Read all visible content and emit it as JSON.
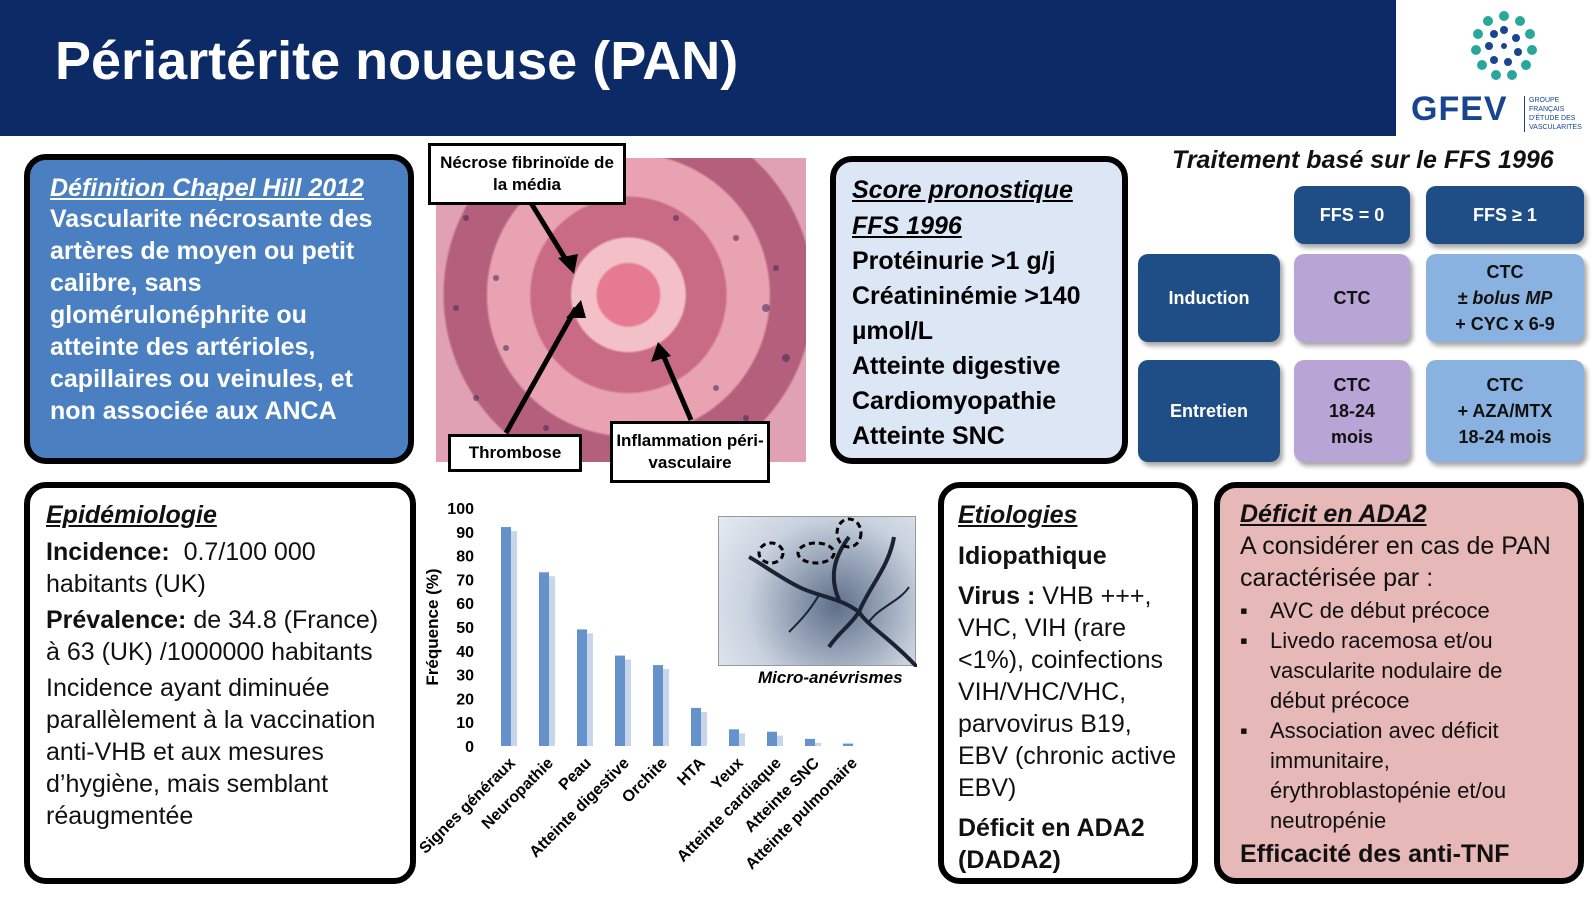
{
  "title": "Périartérite noueuse (PAN)",
  "logo": {
    "name": "GFEV",
    "sub": "GROUPE FRANÇAIS D'ÉTUDE DES VASCULARITES",
    "color": "#17458f"
  },
  "definition": {
    "heading": "Définition Chapel Hill 2012",
    "text": "Vascularite nécrosante des artères de moyen ou petit calibre, sans glomérulonéphrite ou atteinte des artérioles, capillaires ou veinules, et non associée aux ANCA"
  },
  "histology": {
    "label_necrose": "Nécrose fibrinoïde de la média",
    "label_thrombose": "Thrombose",
    "label_inflammation": "Inflammation péri-vasculaire"
  },
  "ffs": {
    "heading1": "Score pronostique",
    "heading2": "FFS 1996",
    "items": [
      "Protéinurie >1 g/j",
      "Créatininémie >140 µmol/L",
      "Atteinte digestive",
      "Cardiomyopathie",
      "Atteinte SNC"
    ]
  },
  "treatment": {
    "title": "Traitement basé sur le FFS 1996",
    "col1": "FFS = 0",
    "col2": "FFS ≥ 1",
    "row1": "Induction",
    "row2": "Entretien",
    "r1c1": "CTC",
    "r1c2_a": "CTC",
    "r1c2_b": "± bolus MP",
    "r1c2_c": "+ CYC x 6-9",
    "r2c1_a": "CTC",
    "r2c1_b": "18-24",
    "r2c1_c": "mois",
    "r2c2_a": "CTC",
    "r2c2_b": "+ AZA/MTX",
    "r2c2_c": "18-24 mois"
  },
  "epidemiology": {
    "heading": "Epidémiologie",
    "incidence_label": "Incidence:",
    "incidence_value": "0.7/100 000 habitants (UK)",
    "prevalence_label": "Prévalence:",
    "prevalence_value": "de 34.8 (France) à 63 (UK) /1000000 habitants",
    "note": "Incidence ayant diminuée parallèlement à la vaccination anti-VHB et aux mesures d’hygiène, mais semblant réaugmentée"
  },
  "chart_data": {
    "type": "bar",
    "ylabel": "Fréquence (%)",
    "ylim": [
      0,
      100
    ],
    "yticks": [
      "0",
      "10",
      "20",
      "30",
      "40",
      "50",
      "60",
      "70",
      "80",
      "90",
      "100"
    ],
    "categories": [
      "Signes généraux",
      "Neuropathie",
      "Peau",
      "Atteinte digestive",
      "Orchite",
      "HTA",
      "Yeux",
      "Atteinte cardiaque",
      "Atteinte SNC",
      "Atteinte pulmonaire"
    ],
    "values": [
      92,
      73,
      49,
      38,
      34,
      16,
      7,
      6,
      3,
      1
    ],
    "color": "#4a7fc1",
    "grid": false
  },
  "angiography": {
    "caption": "Micro-anévrismes"
  },
  "etiologies": {
    "heading": "Etiologies",
    "idiopathique": "Idiopathique",
    "virus_label": "Virus :",
    "virus_text": "VHB +++, VHC, VIH (rare <1%), coinfections VIH/VHC/VHC, parvovirus B19, EBV (chronic active EBV)",
    "ada2": "Déficit en ADA2 (DADA2)"
  },
  "ada2": {
    "heading": "Déficit en ADA2",
    "intro": "A considérer en cas de PAN caractérisée par :",
    "items": [
      "AVC de début précoce",
      "Livedo racemosa et/ou vascularite nodulaire de début précoce",
      "Association avec déficit immunitaire, érythroblastopénie et/ou neutropénie"
    ],
    "conclusion": "Efficacité des anti-TNF"
  }
}
